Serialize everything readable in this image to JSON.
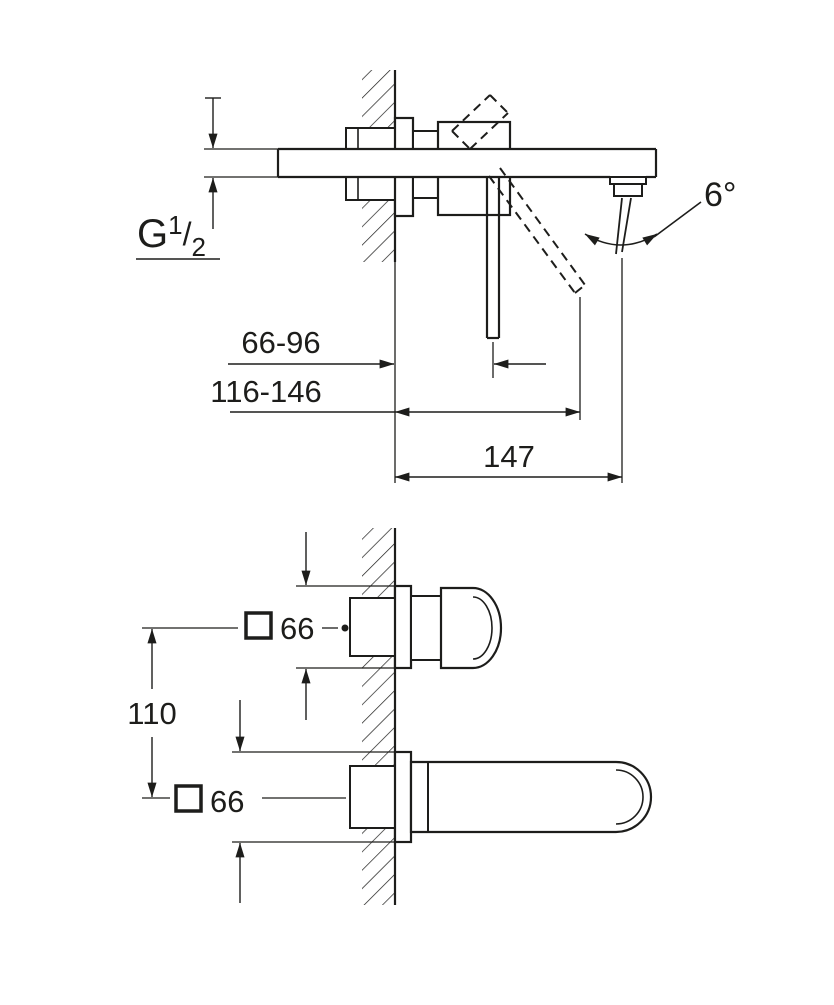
{
  "page": {
    "background_color": "#ffffff",
    "line_color": "#1d1d1b"
  },
  "symbols": {
    "square_profile": "□"
  },
  "top_view": {
    "thread_label": {
      "prefix": "G",
      "numerator": "1",
      "slash": "/",
      "denominator": "2"
    },
    "dim_handle_min_max": "66-96",
    "dim_lever_min_max": "116-146",
    "dim_spout_reach": "147",
    "angle_label": "6°"
  },
  "bottom_view": {
    "dim_handle_plate": "66",
    "dim_spout_plate": "66",
    "dim_center_distance": "110"
  }
}
